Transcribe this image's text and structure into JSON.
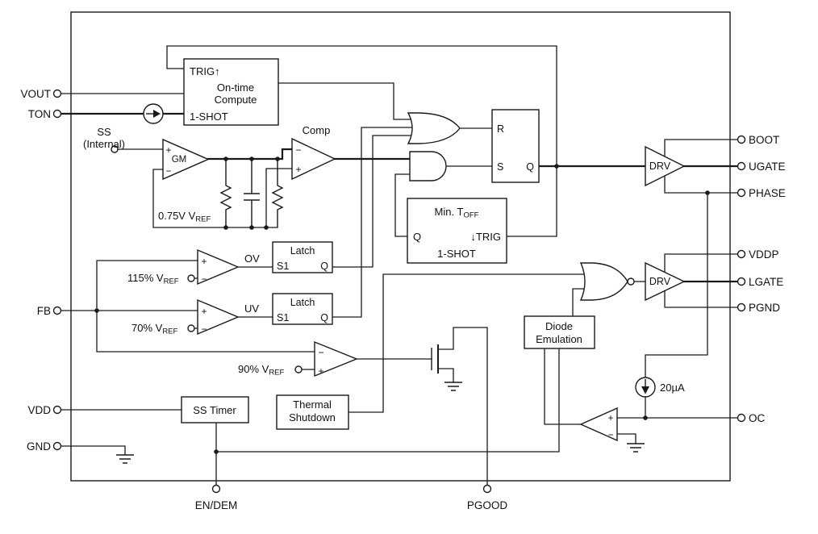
{
  "diagram": {
    "pins": {
      "vout": "VOUT",
      "ton": "TON",
      "fb": "FB",
      "vdd": "VDD",
      "gnd": "GND",
      "en_dem": "EN/DEM",
      "pgood": "PGOOD",
      "boot": "BOOT",
      "ugate": "UGATE",
      "phase": "PHASE",
      "vddp": "VDDP",
      "lgate": "LGATE",
      "pgnd": "PGND",
      "oc": "OC"
    },
    "blocks": {
      "on_time": {
        "trig": "TRIG↑",
        "l1": "On-time",
        "l2": "Compute",
        "oneshot": "1-SHOT"
      },
      "min_toff": {
        "t_pre": "Min. T",
        "t_sub": "OFF",
        "q": "Q",
        "trig": "↓TRIG",
        "oneshot": "1-SHOT"
      },
      "sr": {
        "r": "R",
        "s": "S",
        "q": "Q"
      },
      "latch_ov": {
        "t": "Latch",
        "s1": "S1",
        "q": "Q"
      },
      "latch_uv": {
        "t": "Latch",
        "s1": "S1",
        "q": "Q"
      },
      "ss_timer": {
        "t": "SS Timer"
      },
      "thermal": {
        "l1": "Thermal",
        "l2": "Shutdown"
      },
      "diode": {
        "l1": "Diode",
        "l2": "Emulation"
      }
    },
    "amps": {
      "gm": {
        "t": "GM",
        "p": "+",
        "m": "−"
      },
      "comp": {
        "t": "Comp",
        "p": "+",
        "m": "−"
      },
      "ov": {
        "t": "OV",
        "p": "+",
        "m": "−"
      },
      "uv": {
        "t": "UV",
        "p": "+",
        "m": "−"
      },
      "pg": {
        "p": "+",
        "m": "−"
      },
      "oc": {
        "p": "+",
        "m": "−"
      },
      "drv1": {
        "t": "DRV"
      },
      "drv2": {
        "t": "DRV"
      }
    },
    "refs": {
      "ss1": "SS",
      "ss2": "(Internal)",
      "v075": {
        "pre": "0.75V V",
        "sub": "REF"
      },
      "v115": {
        "pre": "115% V",
        "sub": "REF"
      },
      "v70": {
        "pre": "70% V",
        "sub": "REF"
      },
      "v90": {
        "pre": "90% V",
        "sub": "REF"
      },
      "i20": "20µA"
    }
  }
}
